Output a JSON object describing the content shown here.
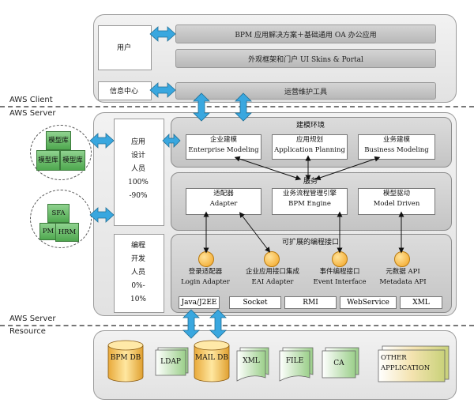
{
  "zones": {
    "client": "AWS Client",
    "server_top": "AWS Server",
    "server_bottom": "AWS Server",
    "resource": "Resource"
  },
  "client": {
    "user": "用户",
    "info_center": "信息中心",
    "bpm_solution": "BPM 应用解决方案＋基础通用 OA 办公应用",
    "portal": "外观框架和门户  UI Skins & Portal",
    "ops_tools": "运营维护工具"
  },
  "server": {
    "designer_lines": [
      "应用",
      "设计",
      "人员",
      "100%",
      "-90%"
    ],
    "developer_lines": [
      "编程",
      "开发",
      "人员",
      "0%-",
      "10%"
    ],
    "modeling_env": "建模环境",
    "enterprise_cn": "企业建模",
    "enterprise_en": "Enterprise Modeling",
    "app_cn": "应用规划",
    "app_en": "Application Planning",
    "business_cn": "业务建模",
    "business_en": "Business Modeling",
    "services": "服务",
    "adapter_cn": "适配器",
    "adapter_en": "Adapter",
    "engine_cn": "业务流程管理引擎",
    "engine_en": "BPM Engine",
    "model_cn": "模型驱动",
    "model_en": "Model Driven",
    "interfaces": "可扩展的编程接口",
    "login_cn": "登录适配器",
    "login_en": "Login Adapter",
    "eai_cn": "企业应用接口集成",
    "eai_en": "EAI Adapter",
    "event_cn": "事件编程接口",
    "event_en": "Event Interface",
    "meta_cn": "元数据 API",
    "meta_en": "Metadata API",
    "protocols": [
      "Java/J2EE",
      "Socket",
      "RMI",
      "WebService",
      "XML"
    ]
  },
  "repos": {
    "a": [
      "模型库",
      "模型库",
      "模型库"
    ],
    "b": [
      "SFA",
      "PM",
      "HRM"
    ]
  },
  "resources": {
    "bpm_db": "BPM DB",
    "ldap": "LDAP",
    "mail_db": "MAIL DB",
    "xml": "XML",
    "file": "FILE",
    "ca": "CA",
    "other": "OTHER APPLICATION"
  },
  "colors": {
    "arrow": "#39a7df",
    "tier": "#e6e6e6",
    "panel": "#c9c9c9",
    "cube": "#5fb85f",
    "dot": "#f2a321"
  }
}
